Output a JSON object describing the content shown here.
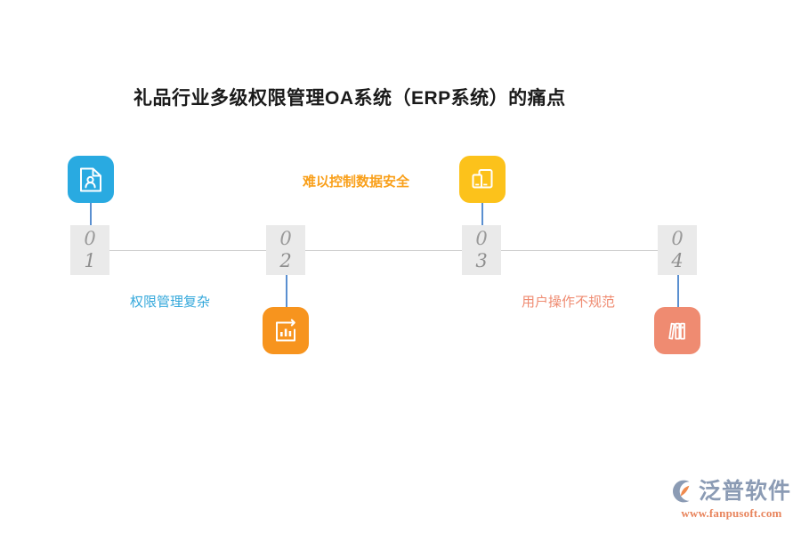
{
  "page": {
    "title": "礼品行业多级权限管理OA系统（ERP系统）的痛点",
    "background_color": "#ffffff"
  },
  "timeline": {
    "line_color": "#cfcfcf",
    "stem_color": "#5a8fd0",
    "box_background": "#eaeaea",
    "digit_color": "#9a9a9a",
    "items": [
      {
        "id": "01",
        "digit_top": "0",
        "digit_bottom": "1",
        "label": "权限管理复杂",
        "label_color": "#34a8db",
        "icon_name": "id-document-icon",
        "icon_color": "#29aae1",
        "icon_position": "above",
        "label_position": "below"
      },
      {
        "id": "02",
        "digit_top": "0",
        "digit_bottom": "2",
        "label": "",
        "label_color": "#f39200",
        "icon_name": "bar-chart-export-icon",
        "icon_color": "#f7941e",
        "icon_position": "below",
        "label_position": "none"
      },
      {
        "id": "03",
        "digit_top": "0",
        "digit_bottom": "3",
        "label": "难以控制数据安全",
        "label_color": "#f9a01b",
        "icon_name": "devices-icon",
        "icon_color": "#fcc21b",
        "icon_position": "above",
        "label_position": "left"
      },
      {
        "id": "04",
        "digit_top": "0",
        "digit_bottom": "4",
        "label": "用户操作不规范",
        "label_color": "#ef8b71",
        "icon_name": "books-icon",
        "icon_color": "#ef8b71",
        "icon_position": "below",
        "label_position": "left"
      }
    ]
  },
  "logo": {
    "brand": "泛普软件",
    "url": "www.fanpusoft.com",
    "brand_color": "#8b9bb4",
    "url_color": "#e8845c",
    "mark_name": "fanpu-circle-logo-icon"
  }
}
